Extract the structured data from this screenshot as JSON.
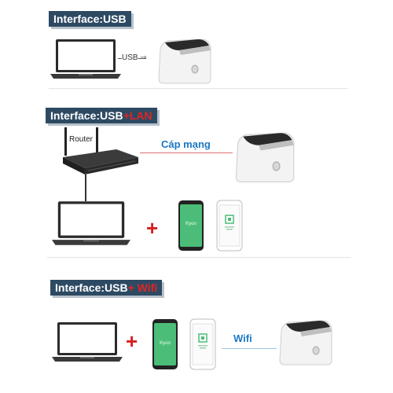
{
  "sections": [
    {
      "badge_main": "Interface:USB",
      "badge_extra": ""
    },
    {
      "badge_main": "Interface:USB",
      "badge_extra": "+LAN"
    },
    {
      "badge_main": "Interface:USB",
      "badge_extra": "+ Wifi"
    }
  ],
  "labels": {
    "usb": "USB",
    "router": "Router",
    "cable": "Cáp mạng",
    "wifi": "Wifi",
    "phone_app": "Kyoo",
    "plus": "+"
  },
  "colors": {
    "badge_bg": "#2e4a63",
    "accent_red": "#e02424",
    "label_blue": "#1b78c4",
    "phone_green": "#4bbd78"
  },
  "icons": [
    "laptop-icon",
    "printer-icon",
    "router-icon",
    "smartphone-icon",
    "usb-plug-icon"
  ]
}
